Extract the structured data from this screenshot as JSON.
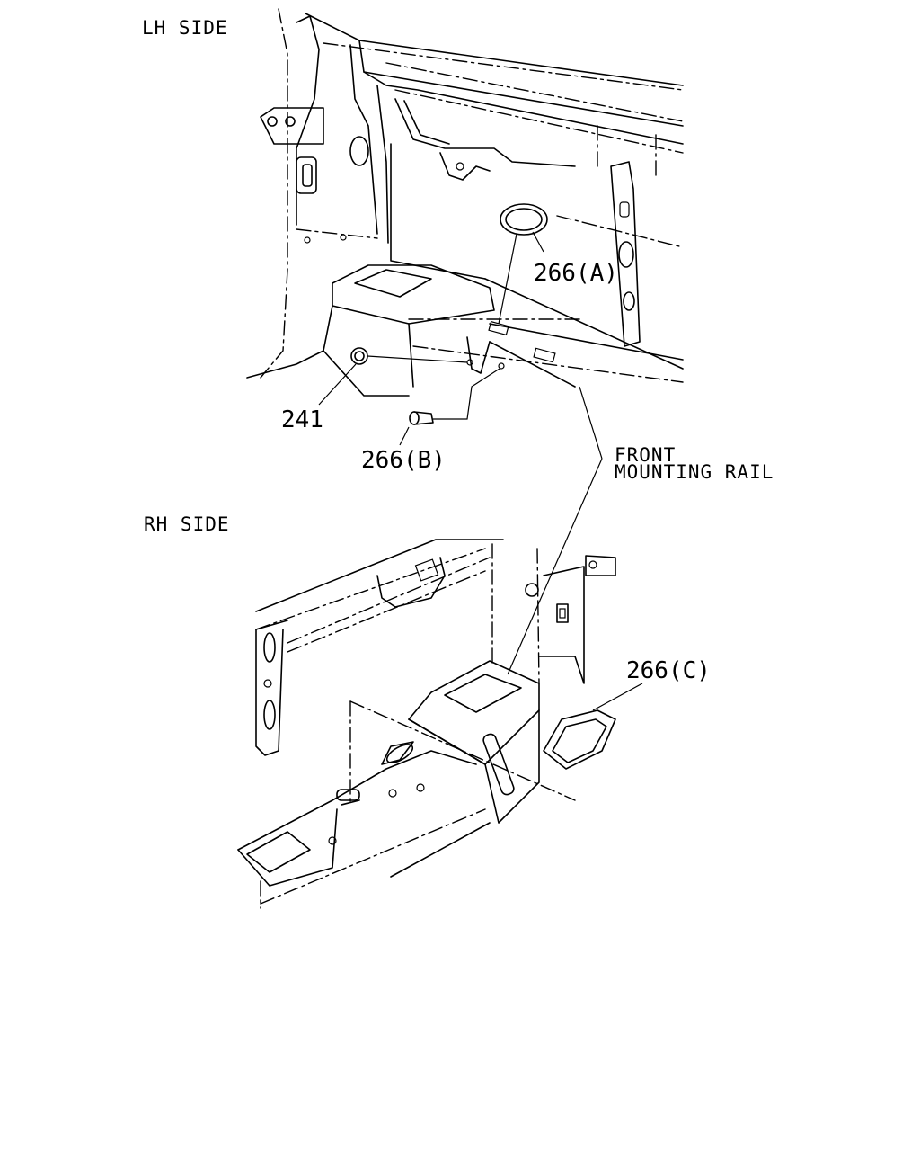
{
  "diagram": {
    "sections": [
      {
        "label": "LH SIDE"
      },
      {
        "label": "RH SIDE"
      }
    ],
    "callouts": [
      {
        "label": "266(A)"
      },
      {
        "label": "241"
      },
      {
        "label": "266(B)"
      },
      {
        "label": "266(C)"
      }
    ],
    "note": {
      "line1": "FRONT",
      "line2": "MOUNTING RAIL"
    }
  }
}
